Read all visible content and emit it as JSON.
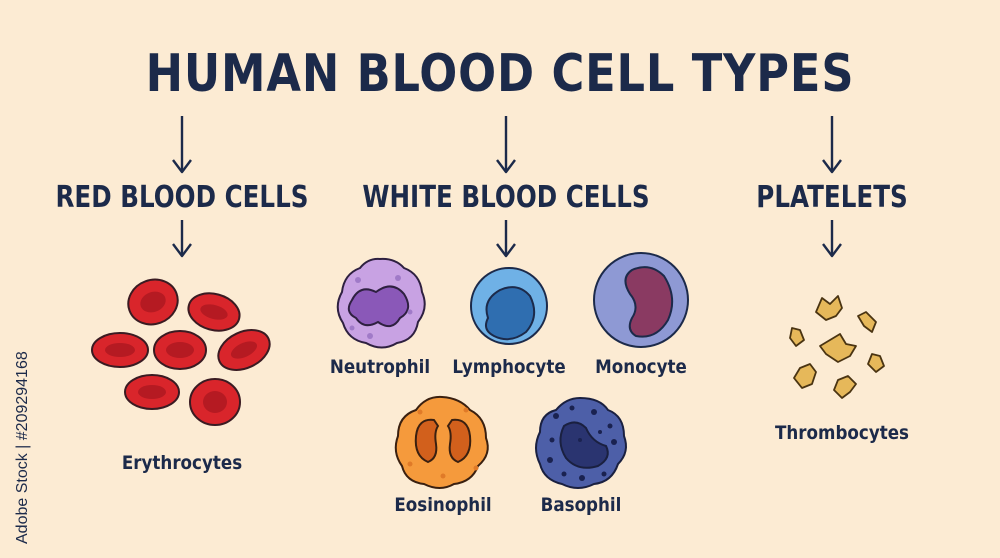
{
  "title": "HUMAN BLOOD CELL TYPES",
  "categories": {
    "red": "RED BLOOD CELLS",
    "white": "WHITE BLOOD CELLS",
    "platelets": "PLATELETS"
  },
  "cells": {
    "erythrocytes": "Erythrocytes",
    "neutrophil": "Neutrophil",
    "lymphocyte": "Lymphocyte",
    "monocyte": "Monocyte",
    "eosinophil": "Eosinophil",
    "basophil": "Basophil",
    "thrombocytes": "Thrombocytes"
  },
  "watermark_id": "Adobe Stock | #209294168",
  "colors": {
    "background": "#fcebd3",
    "text": "#1c2a4a",
    "red_cell": "#d9252b",
    "neutrophil": "#b48ad6",
    "lymphocyte": "#4e9ad8",
    "monocyte": "#7a86c8",
    "eosinophil": "#f08a2e",
    "basophil": "#3f5096",
    "platelet": "#e0b452"
  }
}
